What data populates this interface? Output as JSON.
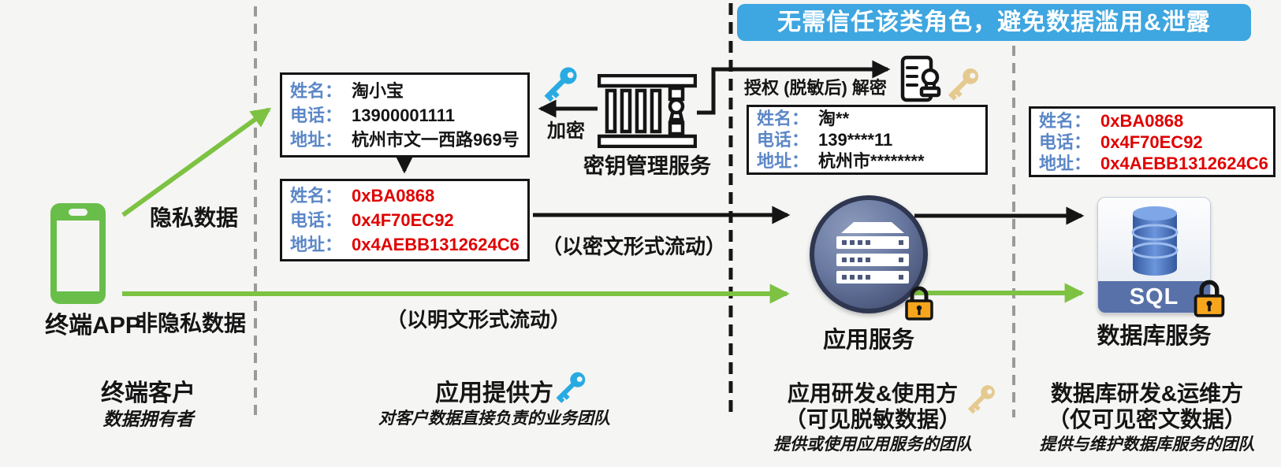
{
  "banner": {
    "text": "无需信任该类角色，避免数据滥用&泄露",
    "bg_color": "#3ea6e0"
  },
  "terminal": {
    "label": "终端APP",
    "private_data_label": "隐私数据",
    "non_private_data_label": "非隐私数据"
  },
  "kms": {
    "label": "密钥管理服务",
    "encrypt_label": "加密",
    "authorize_label": "授权 (脱敏后) 解密"
  },
  "flow_labels": {
    "cipher": "（以密文形式流动）",
    "plain": "（以明文形式流动）"
  },
  "boxes": {
    "plain": {
      "rows": [
        {
          "label": "姓名：",
          "value": "淘小宝"
        },
        {
          "label": "电话：",
          "value": "13900001111"
        },
        {
          "label": "地址：",
          "value": "杭州市文一西路969号"
        }
      ]
    },
    "cipher": {
      "rows": [
        {
          "label": "姓名：",
          "value": "0xBA0868"
        },
        {
          "label": "电话：",
          "value": "0x4F70EC92"
        },
        {
          "label": "地址：",
          "value": "0x4AEBB1312624C6"
        }
      ]
    },
    "masked": {
      "rows": [
        {
          "label": "姓名：",
          "value": "淘**"
        },
        {
          "label": "电话：",
          "value": "139****11"
        },
        {
          "label": "地址：",
          "value": "杭州市********"
        }
      ]
    },
    "cipher_db": {
      "rows": [
        {
          "label": "姓名：",
          "value": "0xBA0868"
        },
        {
          "label": "电话：",
          "value": "0x4F70EC92"
        },
        {
          "label": "地址：",
          "value": "0x4AEBB1312624C6"
        }
      ]
    }
  },
  "services": {
    "app": {
      "label": "应用服务"
    },
    "db": {
      "label": "数据库服务",
      "badge": "SQL"
    }
  },
  "roles": {
    "client": {
      "title": "终端客户",
      "subtitle": "数据拥有者"
    },
    "provider": {
      "title": "应用提供方",
      "subtitle": "对客户数据直接负责的业务团队"
    },
    "app_dev": {
      "title": "应用研发&使用方",
      "title2": "（可见脱敏数据）",
      "subtitle": "提供或使用应用服务的团队"
    },
    "db_ops": {
      "title": "数据库研发&运维方",
      "title2": "（仅可见密文数据）",
      "subtitle": "提供与维护数据库服务的团队"
    }
  },
  "colors": {
    "label_blue": "#5b87c7",
    "cipher_red": "#e00000",
    "green": "#7dc242",
    "phone_green": "#69be4a",
    "blue_key": "#29abe2",
    "gold_key": "#e5c98f",
    "lock_gold": "#f7a61b"
  },
  "icons": {
    "phone-icon": "smartphone",
    "vault-icon": "key-management-vault",
    "blue-key-icon": "key",
    "gold-key-icon": "key",
    "document-stamp-icon": "authorized-document",
    "server-icon": "application-server",
    "database-icon": "sql-database-cylinder",
    "lock-icon": "padlock"
  }
}
